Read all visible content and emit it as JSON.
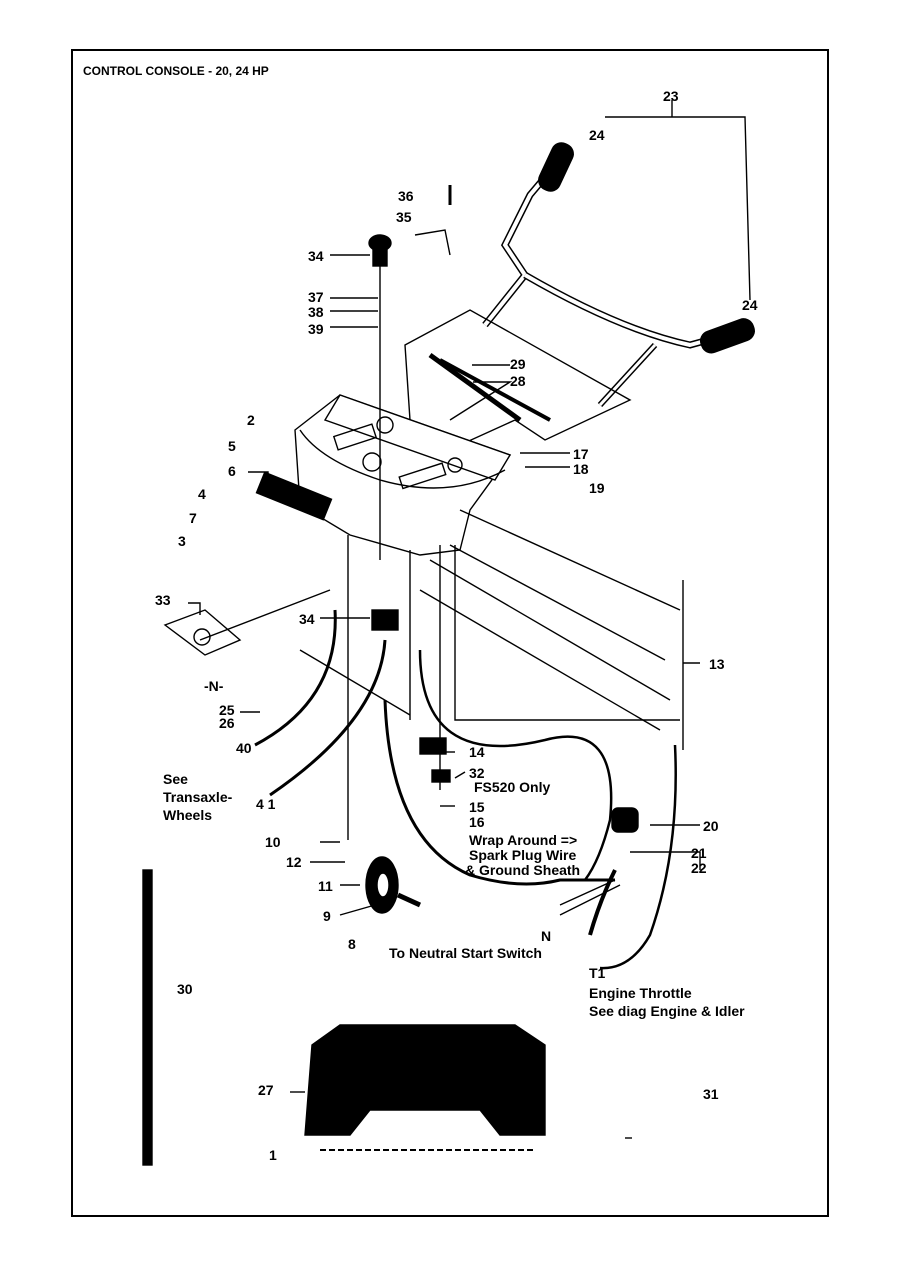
{
  "title": "CONTROL  CONSOLE - 20, 24 HP",
  "callouts": {
    "c1": "1",
    "c2": "2",
    "c3": "3",
    "c4": "4",
    "c5": "5",
    "c6": "6",
    "c7": "7",
    "c8": "8",
    "c9": "9",
    "c10": "10",
    "c11": "11",
    "c12": "12",
    "c13": "13",
    "c14": "14",
    "c15": "15",
    "c16": "16",
    "c17": "17",
    "c18": "18",
    "c19": "19",
    "c20": "20",
    "c21": "21",
    "c22": "22",
    "c23": "23",
    "c24a": "24",
    "c24b": "24",
    "c25": "25",
    "c26": "26",
    "c27": "27",
    "c28": "28",
    "c29": "29",
    "c30": "30",
    "c31": "31",
    "c32": "32",
    "c33": "33",
    "c34a": "34",
    "c34b": "34",
    "c35": "35",
    "c36": "36",
    "c37": "37",
    "c38": "38",
    "c39": "39",
    "c40": "40",
    "c41": "4 1",
    "cN": "-N-",
    "cNb": "N",
    "cT1": "T1"
  },
  "notes": {
    "see_transaxle_1": "See",
    "see_transaxle_2": "Transaxle-",
    "see_transaxle_3": "Wheels",
    "fs520": "FS520 Only",
    "wrap_1": "Wrap Around =>",
    "wrap_2": "Spark Plug Wire",
    "wrap_3": "& Ground Sheath",
    "neutral": "To Neutral Start Switch",
    "throttle_1": "Engine Throttle",
    "throttle_2": "See diag Engine & Idler"
  }
}
